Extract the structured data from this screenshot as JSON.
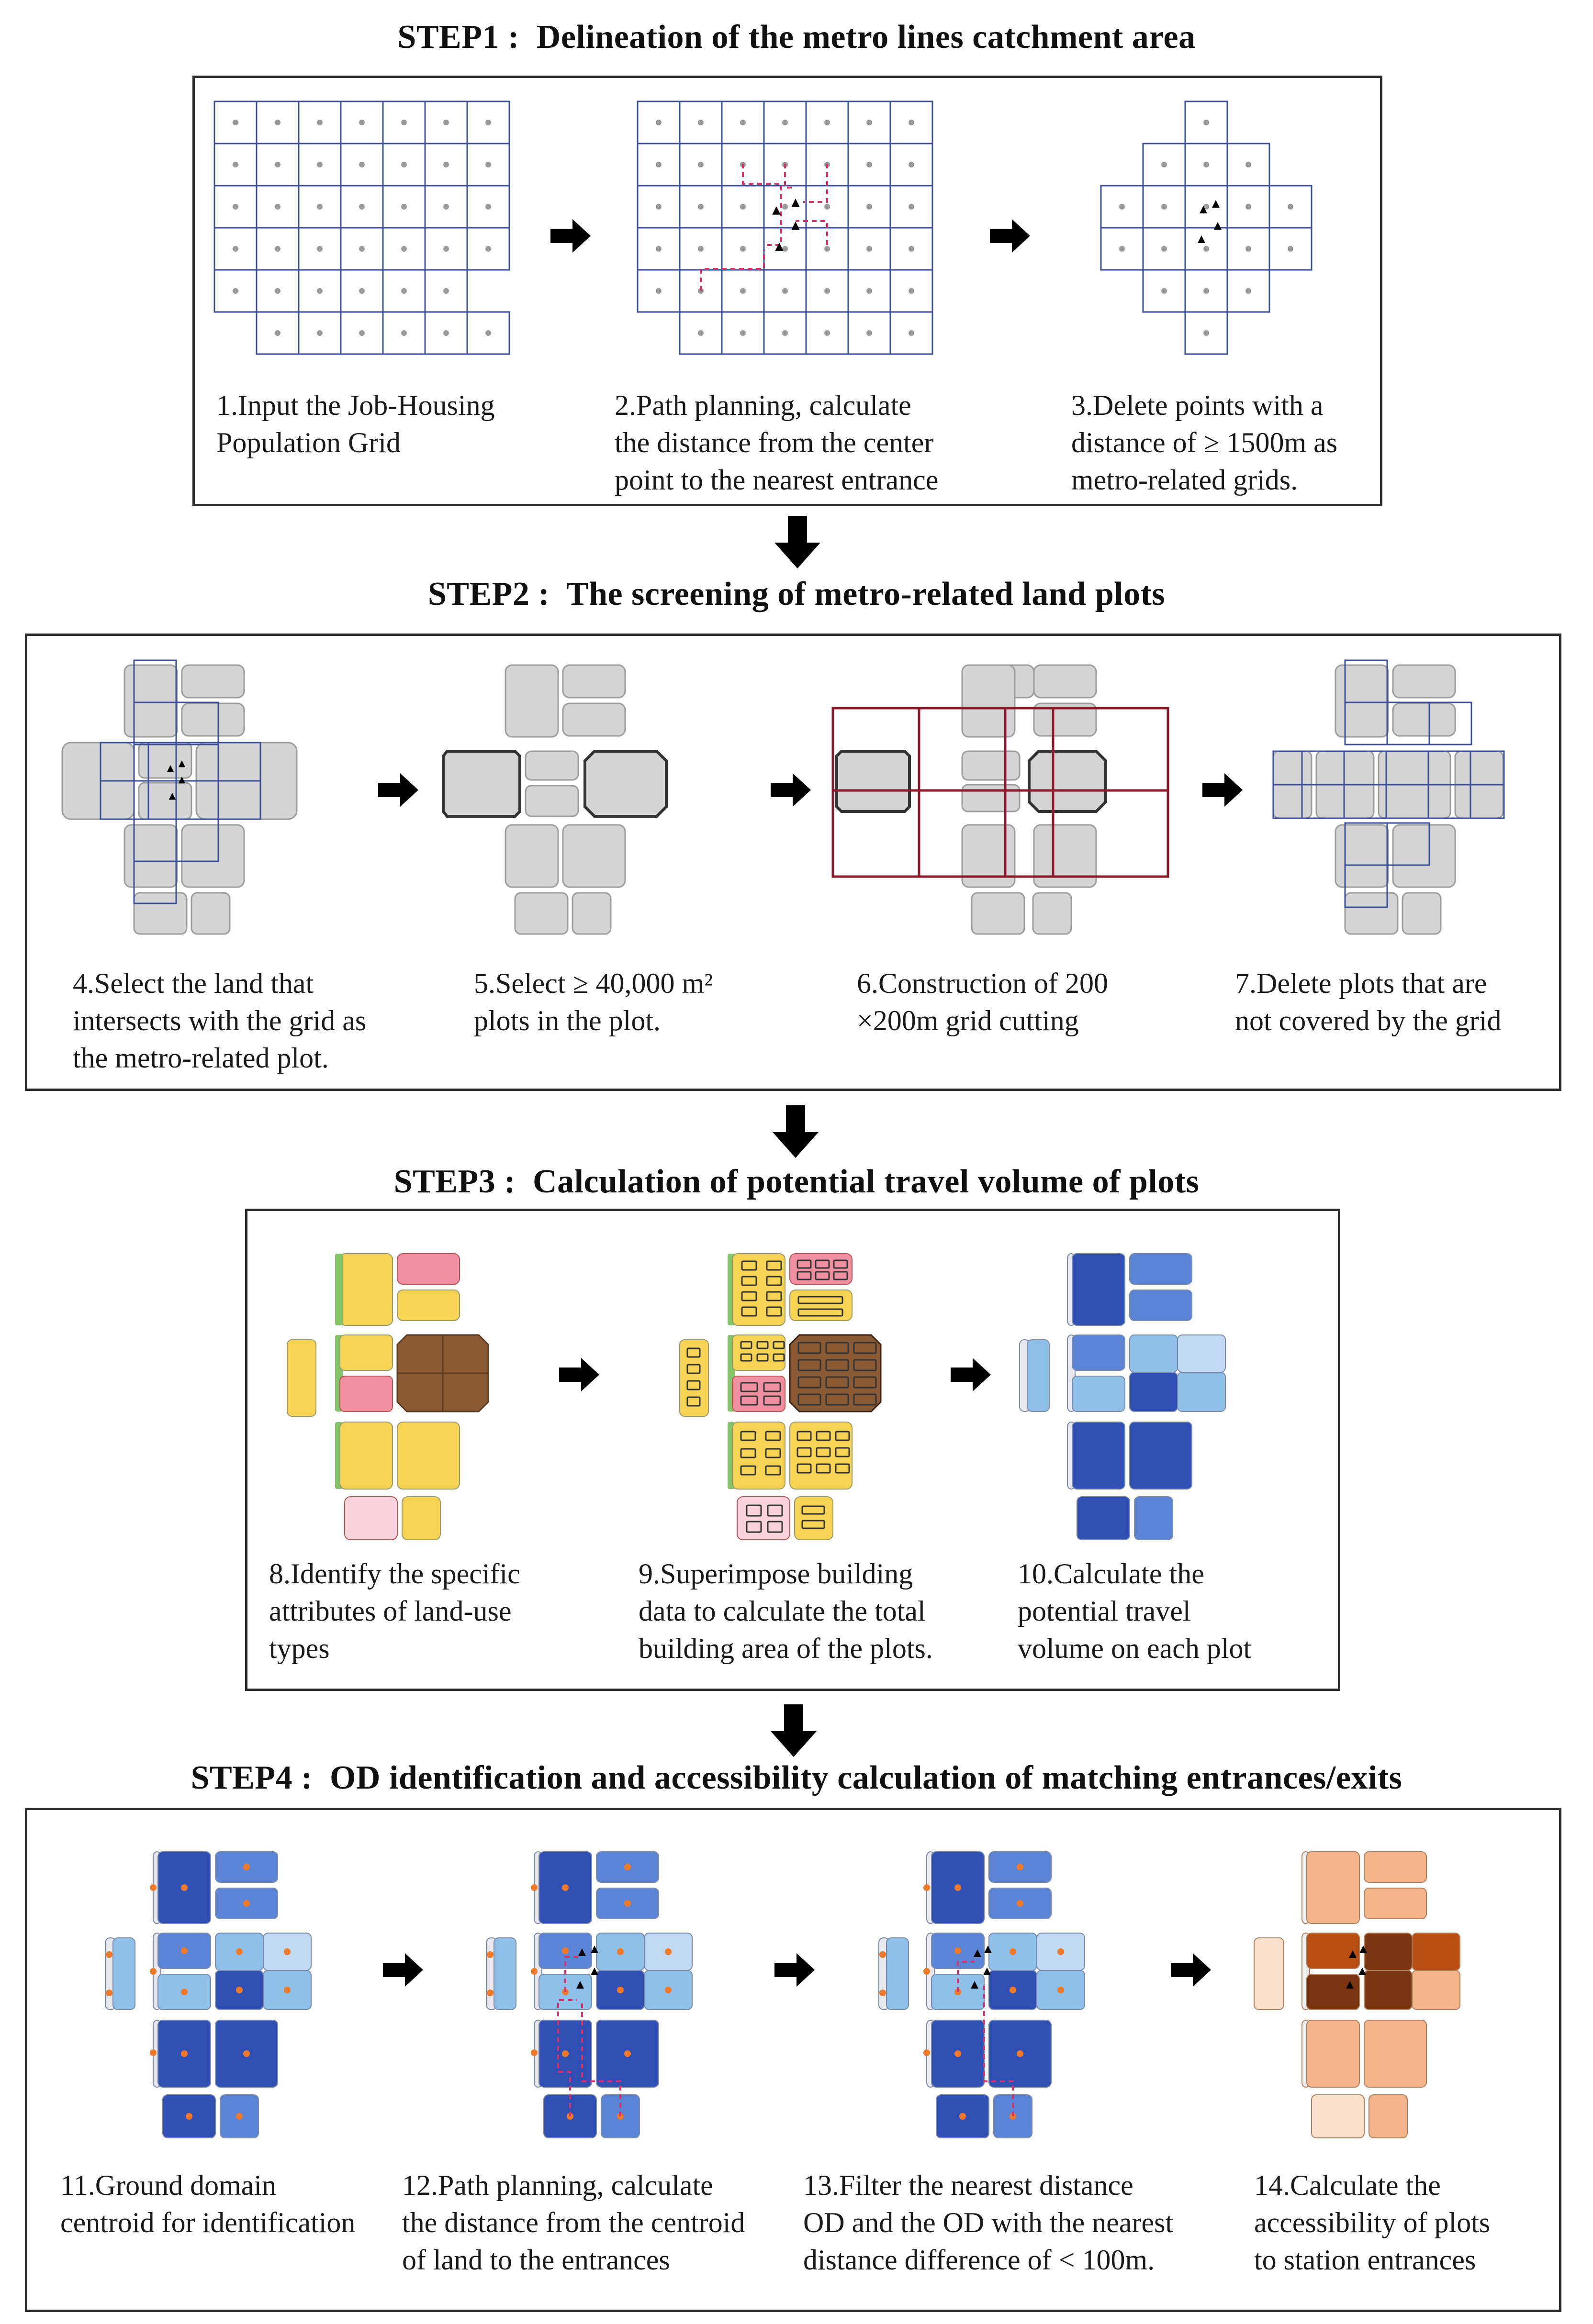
{
  "steps": [
    {
      "title": "STEP1 :  Delineation of the metro lines catchment area",
      "captions": [
        "1.Input the Job-Housing\nPopulation Grid",
        "2.Path planning, calculate\nthe distance from the center\npoint to the nearest entrance",
        "3.Delete points with a\ndistance of ≥ 1500m as\nmetro-related grids."
      ]
    },
    {
      "title": "STEP2 :  The screening of metro-related land plots",
      "captions": [
        "4.Select the land that\nintersects with the grid as\nthe metro-related plot.",
        "5.Select ≥ 40,000 m²\nplots in the plot.",
        "6.Construction of 200\n×200m grid cutting",
        "7.Delete plots that are\nnot covered by the grid"
      ]
    },
    {
      "title": "STEP3 :  Calculation of potential travel volume of plots",
      "captions": [
        "8.Identify the specific\nattributes of land-use\ntypes",
        "9.Superimpose building\ndata to calculate the total\nbuilding area of the plots.",
        "10.Calculate the\npotential travel\nvolume on each plot"
      ]
    },
    {
      "title": "STEP4 :  OD identification and accessibility calculation of matching entrances/exits",
      "captions": [
        "11.Ground domain\ncentroid for identification",
        "12.Path planning, calculate\nthe distance from the centroid\nof land to the entrances",
        "13.Filter the nearest distance\nOD and the OD with the nearest\ndistance difference of < 100m.",
        "14.Calculate the\naccessibility of plots\nto station entrances"
      ]
    }
  ],
  "colors": {
    "grid_line": "#3b4f9a",
    "plot_gray": "#d4d4d4",
    "path_pink": "#d6336c",
    "red_grid": "#8b1a2a",
    "yellow": "#f7d354",
    "pink": "#ef8fa0",
    "light_pink": "#f9d3dc",
    "brown": "#8a5a34",
    "green": "#86c46a",
    "blue_dark": "#2f4fb5",
    "blue_mid": "#5b84d6",
    "blue_light": "#8ec0ea",
    "blue_pale": "#c2d9f3",
    "orange_dot": "#f07a2a",
    "orange_light": "#f3b48a",
    "orange_pale": "#f9e1cc",
    "orange_dark": "#b94e12",
    "brown_dark": "#7a3510"
  }
}
